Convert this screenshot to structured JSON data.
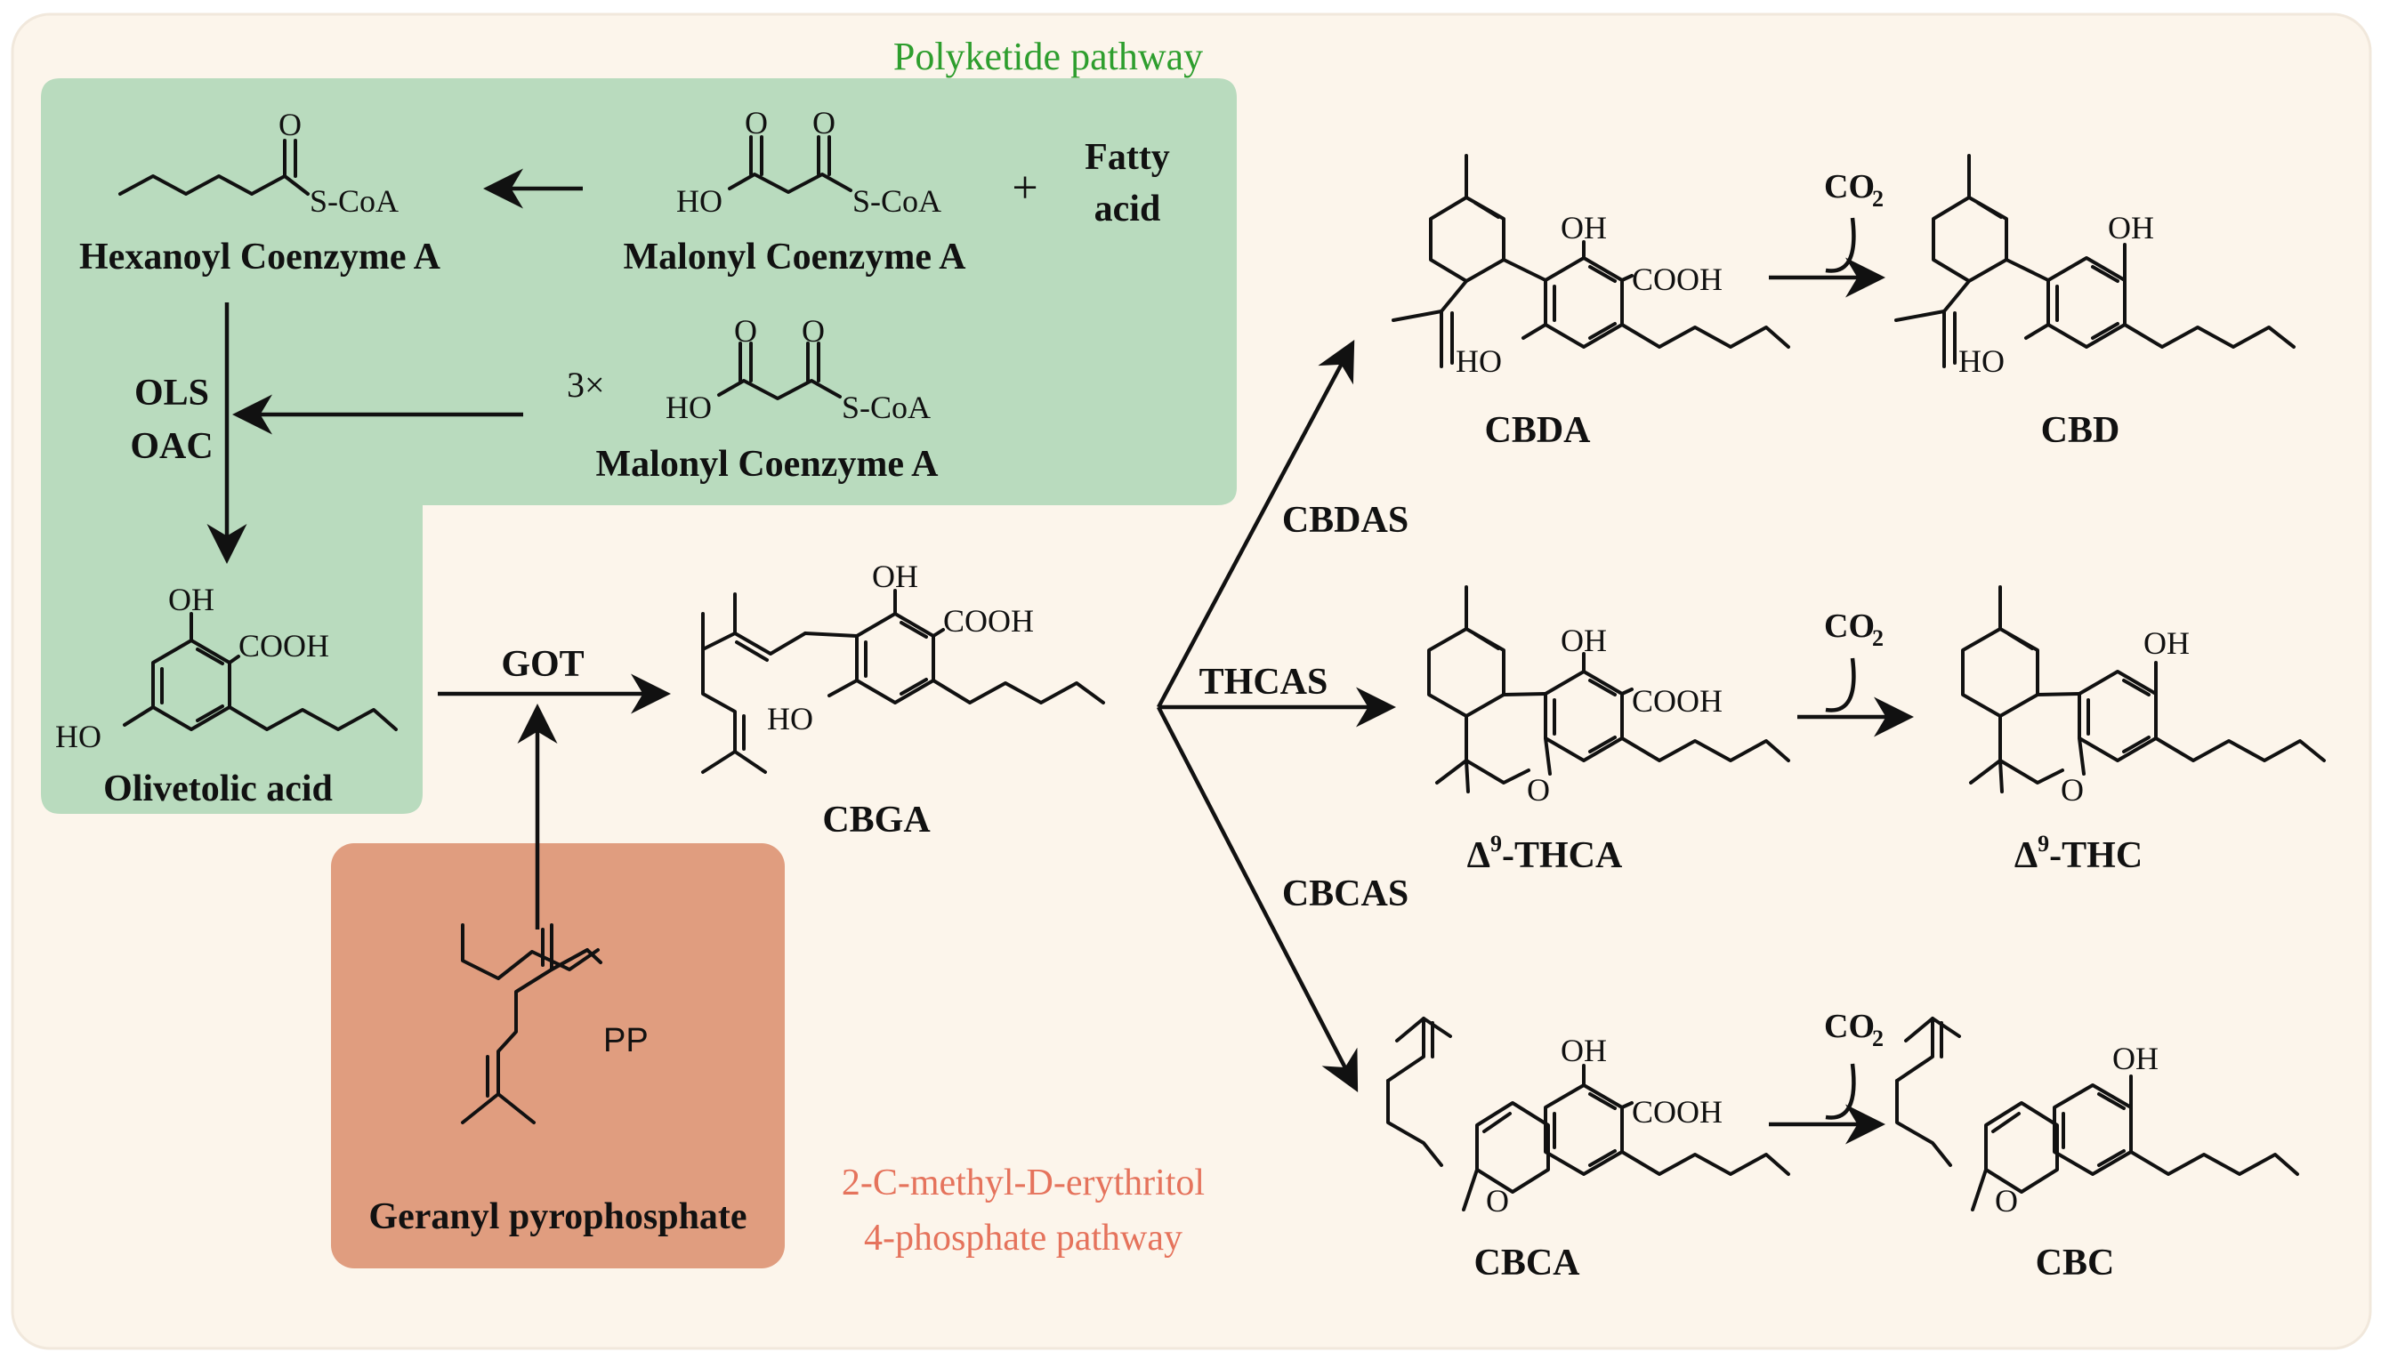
{
  "pathways": {
    "polyketide_title": "Polyketide pathway",
    "mep_title_line1": "2-C-methyl-D-erythritol",
    "mep_title_line2": "4-phosphate pathway",
    "polyketide_color": "#b9dbbe",
    "mep_color": "#e09d7f",
    "background_color": "#fcf5eb",
    "polyketide_text_color": "#2e9e2e",
    "mep_text_color": "#e5735c"
  },
  "compounds": {
    "hexanoyl": "Hexanoyl Coenzyme A",
    "malonyl_1": "Malonyl Coenzyme A",
    "malonyl_2": "Malonyl Coenzyme A",
    "fatty_acid_line1": "Fatty",
    "fatty_acid_line2": "acid",
    "plus": "+",
    "times3": "3×",
    "olivetolic": "Olivetolic acid",
    "geranyl": "Geranyl pyrophosphate",
    "cbga": "CBGA",
    "cbda": "CBDA",
    "cbd": "CBD",
    "thca_delta": "Δ",
    "thca_sup": "9",
    "thca_rest": "-THCA",
    "thc_delta": "Δ",
    "thc_sup": "9",
    "thc_rest": "-THC",
    "cbca": "CBCA",
    "cbc": "CBC"
  },
  "groups": {
    "o": "O",
    "scoa": "S-CoA",
    "ho": "HO",
    "oh": "OH",
    "cooh": "COOH",
    "pp": "PP",
    "co2": "CO",
    "co2_sub": "2"
  },
  "enzymes": {
    "ols": "OLS",
    "oac": "OAC",
    "got": "GOT",
    "cbdas": "CBDAS",
    "thcas": "THCAS",
    "cbcas": "CBCAS"
  }
}
